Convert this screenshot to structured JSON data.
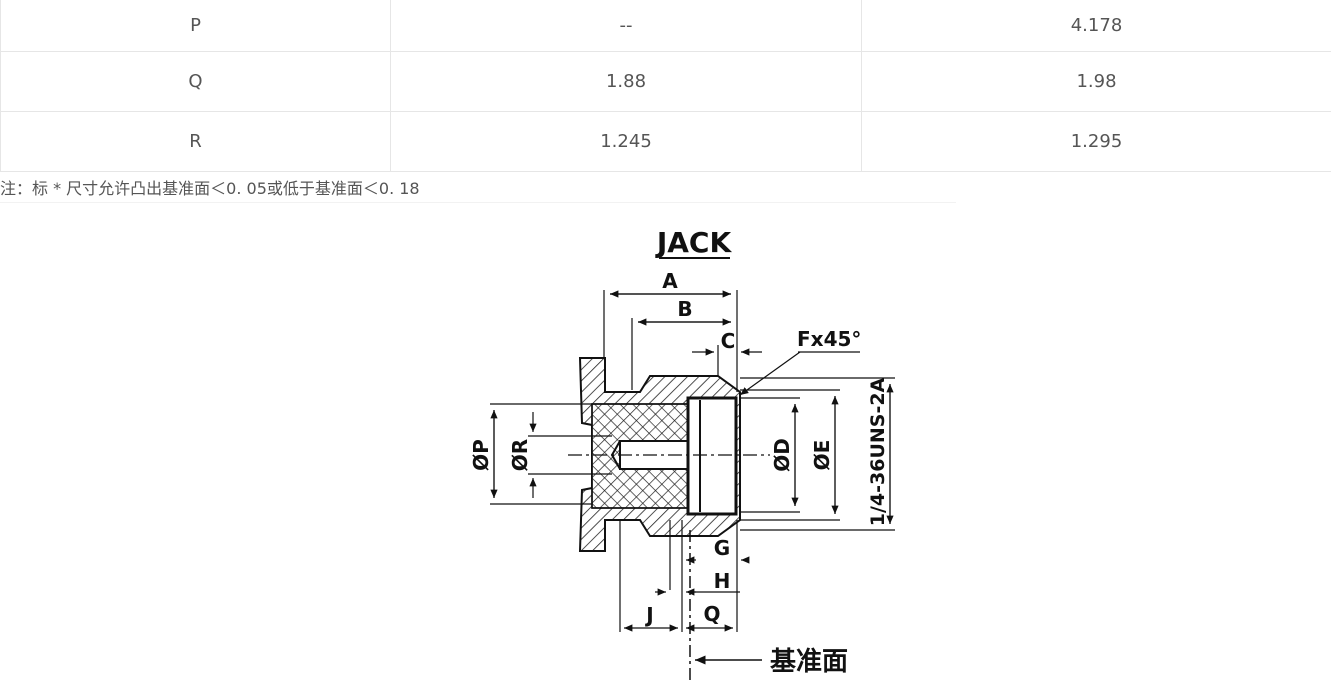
{
  "table": {
    "rows": [
      {
        "label": "P",
        "min": "--",
        "max": "4.178"
      },
      {
        "label": "Q",
        "min": "1.88",
        "max": "1.98"
      },
      {
        "label": "R",
        "min": "1.245",
        "max": "1.295"
      }
    ]
  },
  "note": "注：标 * 尺寸允许凸出基准面＜0. 05或低于基准面＜0. 18",
  "drawing": {
    "title": "JACK",
    "dim_labels": {
      "A": "A",
      "B": "B",
      "C": "C",
      "chamfer": "Fx45°",
      "P": "ØP",
      "R": "ØR",
      "D": "ØD",
      "E": "ØE",
      "thread": "1/4-36UNS-2A",
      "G": "G",
      "H": "H",
      "J": "J",
      "Q": "Q",
      "datum": "基准面"
    }
  }
}
